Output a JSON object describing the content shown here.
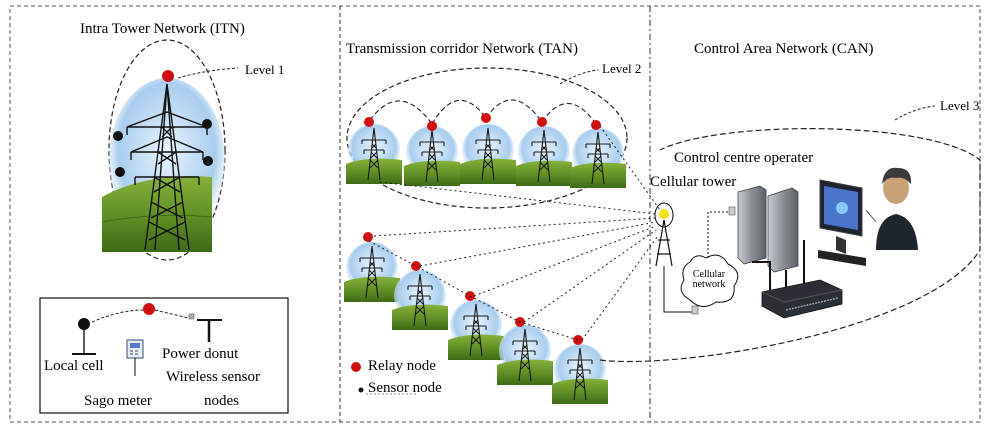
{
  "sections": {
    "itn_title": "Intra Tower Network (ITN)",
    "tan_title": "Transmission corridor Network (TAN)",
    "can_title": "Control Area Network (CAN)"
  },
  "levels": {
    "level1": "Level 1",
    "level2": "Level 2",
    "level3": "Level 3"
  },
  "itn_legend": {
    "local_cell": "Local cell",
    "sago_meter": "Sago meter",
    "power_donut": "Power donut",
    "wireless_sensor": "Wireless sensor",
    "nodes": "nodes"
  },
  "tan_legend": {
    "relay_node": "Relay node",
    "sensor_node": "Sensor node"
  },
  "can": {
    "control_centre": "Control centre operater",
    "cellular_tower": "Cellular tower",
    "cellular_network_line1": "Cellular",
    "cellular_network_line2": "network"
  },
  "colors": {
    "relay": "#d01010",
    "sky": "#bcd9f2",
    "grass": "#6f9a2c",
    "soil": "#9c7a3c"
  }
}
